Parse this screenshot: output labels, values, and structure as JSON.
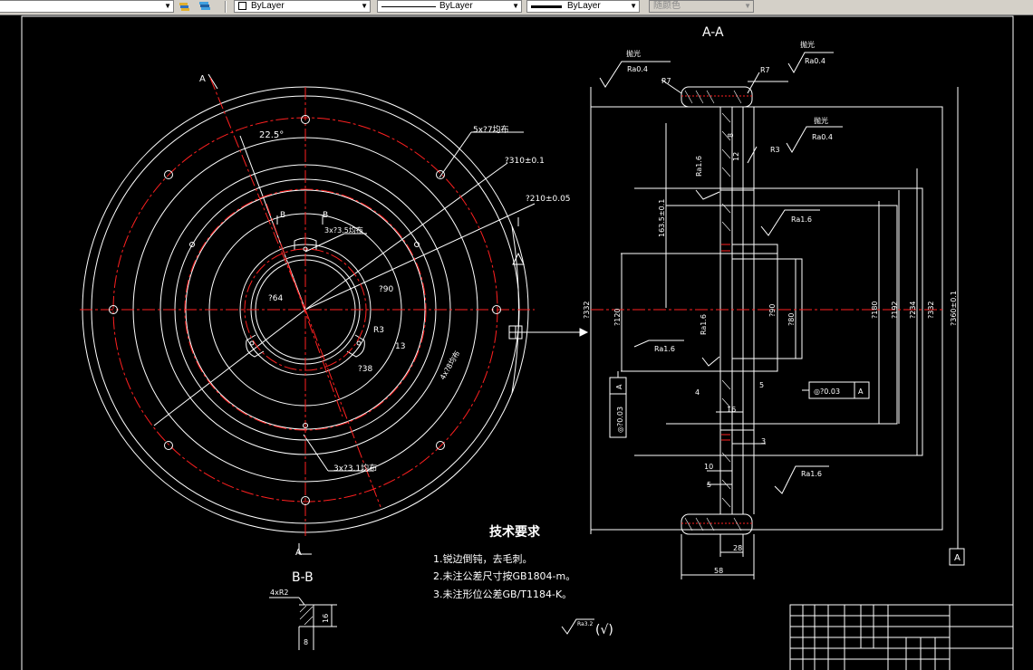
{
  "toolbar": {
    "color_control": "ByLayer",
    "linetype_control": "ByLayer",
    "lineweight_control": "ByLayer",
    "plotstyle_control": "随颜色"
  },
  "views": {
    "section_aa": "A-A",
    "section_bb": "B-B",
    "section_marker_a": "A",
    "cut_b_left": "B",
    "cut_b_right": "B",
    "datum_a": "A"
  },
  "front_view": {
    "angle": "22.5°",
    "holes_outer": "5x?7均布",
    "holes_inner": "3x?3.5均布",
    "holes_bottom": "3x?3.1均布",
    "dia_310": "?310±0.1",
    "dia_210": "?210±0.05",
    "dia_64": "?64",
    "dia_90": "?90",
    "dia_38": "?38",
    "r3": "R3",
    "dim_13": "13",
    "slot": "4x?8均布"
  },
  "section_view": {
    "finish_1_label": "抛光",
    "finish_1_value": "Ra0.4",
    "finish_2_label": "抛光",
    "finish_2_value": "Ra0.4",
    "finish_3_label": "抛光",
    "finish_3_value": "Ra0.4",
    "ra16_a": "Ra1.6",
    "ra16_b": "Ra1.6",
    "ra16_c": "Ra1.6",
    "ra16_d": "Ra1.6",
    "ra16_e": "Ra1.6",
    "r7_left": "R7",
    "r7_right": "R7",
    "r3": "R3",
    "dim_163": "163.5±0.1",
    "dim_332": "?332",
    "dim_120": "?120",
    "dim_90": "?90",
    "dim_80": "?80",
    "dim_180": "?180",
    "dim_192": "?192",
    "dim_234": "?234",
    "dim_332b": "?332",
    "dim_360": "?360±0.1",
    "dim_4": "4",
    "dim_5": "5",
    "dim_16": "16",
    "dim_3": "3",
    "dim_10": "10",
    "dim_5b": "5",
    "dim_28": "28",
    "dim_58": "58",
    "dim_8": "8",
    "dim_12": "12",
    "runout": "◎?0.03",
    "runout_ref": "A",
    "coax": "◎?0.03",
    "coax_ref": "A"
  },
  "detail_bb": {
    "chamfer": "4xR2",
    "dim_16": "16",
    "dim_8": "8"
  },
  "notes": {
    "title": "技术要求",
    "line1": "1.锐边倒钝，去毛刺。",
    "line2": "2.未注公差尺寸按GB1804-m。",
    "line3": "3.未注形位公差GB/T1184-K。"
  },
  "general_finish": {
    "value": "Ra3.2",
    "paren": "(√)"
  },
  "colors": {
    "white_lines": "#ffffff",
    "center_lines": "#ff0000",
    "background": "#000000"
  }
}
